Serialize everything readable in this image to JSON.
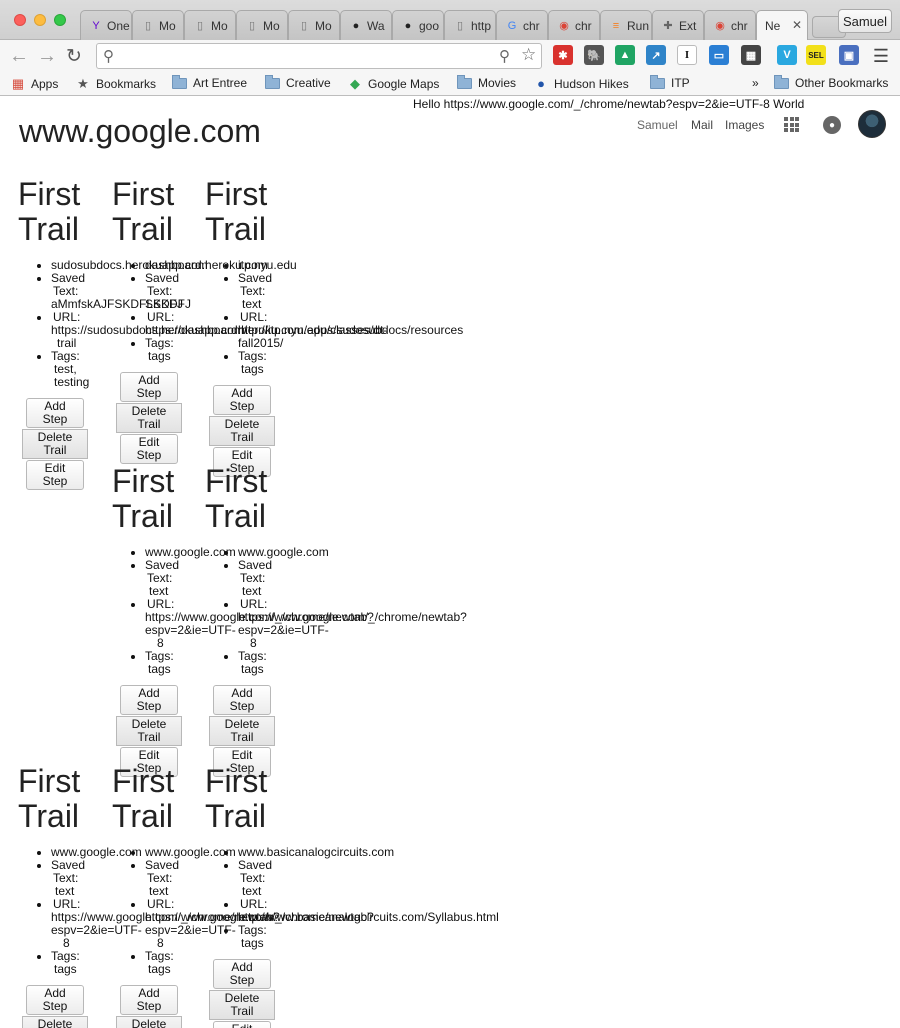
{
  "browser": {
    "tabs": [
      {
        "label": "One",
        "icon": "yahoo-icon"
      },
      {
        "label": "Mo",
        "icon": "page-icon"
      },
      {
        "label": "Mo",
        "icon": "page-icon"
      },
      {
        "label": "Mo",
        "icon": "page-icon"
      },
      {
        "label": "Mo",
        "icon": "page-icon"
      },
      {
        "label": "Wa",
        "icon": "github-icon"
      },
      {
        "label": "goo",
        "icon": "github-icon"
      },
      {
        "label": "http",
        "icon": "page-icon"
      },
      {
        "label": "chr",
        "icon": "google-icon"
      },
      {
        "label": "chr",
        "icon": "chrome-icon"
      },
      {
        "label": "Run",
        "icon": "stackoverflow-icon"
      },
      {
        "label": "Ext",
        "icon": "puzzle-icon"
      },
      {
        "label": "chr",
        "icon": "chrome-icon"
      },
      {
        "label": "Ne",
        "icon": "none",
        "active": true
      }
    ],
    "profile": "Samuel",
    "omnibox_value": "",
    "extensions": [
      {
        "name": "lastpass-icon",
        "color": "#d9322e",
        "glyph": "✱"
      },
      {
        "name": "evernote-icon",
        "color": "#555555",
        "glyph": "🐘"
      },
      {
        "name": "drive-icon",
        "color": "#1fa463",
        "glyph": "▲"
      },
      {
        "name": "new-badge-icon",
        "color": "#2f84c8",
        "glyph": "↗"
      },
      {
        "name": "instapaper-icon",
        "color": "#ffffff",
        "glyph": "I"
      },
      {
        "name": "window-icon",
        "color": "#2b7fd4",
        "glyph": "▭"
      },
      {
        "name": "qr-icon",
        "color": "#444444",
        "glyph": "▦"
      },
      {
        "name": "v-icon",
        "color": "#2aa8e0",
        "glyph": "V"
      },
      {
        "name": "sel-icon",
        "color": "#f2e01a",
        "glyph": "SEL"
      },
      {
        "name": "multi-icon",
        "color": "#4a6fbf",
        "glyph": "▣"
      }
    ],
    "bookmarks": [
      {
        "label": "Apps",
        "icon": "apps-grid-icon"
      },
      {
        "label": "Bookmarks",
        "icon": "star-icon"
      },
      {
        "label": "Art Entree",
        "icon": "folder-icon"
      },
      {
        "label": "Creative",
        "icon": "folder-icon"
      },
      {
        "label": "Google Maps",
        "icon": "maps-icon"
      },
      {
        "label": "Movies",
        "icon": "folder-icon"
      },
      {
        "label": "Hudson Hikes",
        "icon": "hike-icon"
      },
      {
        "label": "ITP",
        "icon": "folder-icon"
      },
      {
        "label": "»",
        "icon": "none"
      },
      {
        "label": "Other Bookmarks",
        "icon": "folder-icon"
      }
    ]
  },
  "page": {
    "hello": "Hello https://www.google.com/_/chrome/newtab?espv=2&ie=UTF-8 World",
    "site_title": "www.google.com",
    "gbar": {
      "user": "Samuel",
      "mail": "Mail",
      "images": "Images"
    },
    "labels": {
      "saved": "Saved",
      "text_label": "Text:",
      "url_label": "URL:",
      "tags_label": "Tags:",
      "add_step": "Add Step",
      "delete_trail_1": "Delete",
      "delete_trail_2": "Trail",
      "edit_step": "Edit Step",
      "trail_title_1": "First",
      "trail_title_2": "Trail"
    },
    "trails": [
      {
        "domain": "sudosubdocs.herokuapp.com",
        "text": "aMmfskAJFSKDFLSKDFJ",
        "url_lines": [
          "https://sudosubdocs.herokuapp.com/",
          "trail"
        ],
        "tags": [
          "test,",
          "testing"
        ]
      },
      {
        "domain": "dashboard.heroku.com",
        "text": "SKDFJ",
        "url_lines": [
          "https://dashboard.heroku.com/apps/sudosubdocs/resources"
        ],
        "tags": [
          "tags"
        ]
      },
      {
        "domain": "itp.nyu.edu",
        "text": "text",
        "url_lines": [
          "http://itp.nyu.edu/classes/dt-",
          "fall2015/"
        ],
        "tags": [
          "tags"
        ]
      },
      {
        "domain": "www.google.com",
        "text": "text",
        "url_lines": [
          "https://www.google.com/_/chrome/newtab?",
          "espv=2&ie=UTF-",
          "8"
        ],
        "tags": [
          "tags"
        ]
      },
      {
        "domain": "www.google.com",
        "text": "text",
        "url_lines": [
          "https://www.google.com/_/chrome/newtab?",
          "espv=2&ie=UTF-",
          "8"
        ],
        "tags": [
          "tags"
        ]
      },
      {
        "domain": "www.google.com",
        "text": "text",
        "url_lines": [
          "https://www.google.com/_/chrome/newtab?",
          "espv=2&ie=UTF-",
          "8"
        ],
        "tags": [
          "tags"
        ]
      },
      {
        "domain": "www.google.com",
        "text": "text",
        "url_lines": [
          "https://www.google.com/_/chrome/newtab?",
          "espv=2&ie=UTF-",
          "8"
        ],
        "tags": [
          "tags"
        ]
      },
      {
        "domain": "www.basicanalogcircuits.com",
        "text": "text",
        "url_lines": [
          "http://www.basicanalogcircuits.com/Syllabus.html"
        ],
        "tags": [
          "tags"
        ]
      }
    ]
  }
}
